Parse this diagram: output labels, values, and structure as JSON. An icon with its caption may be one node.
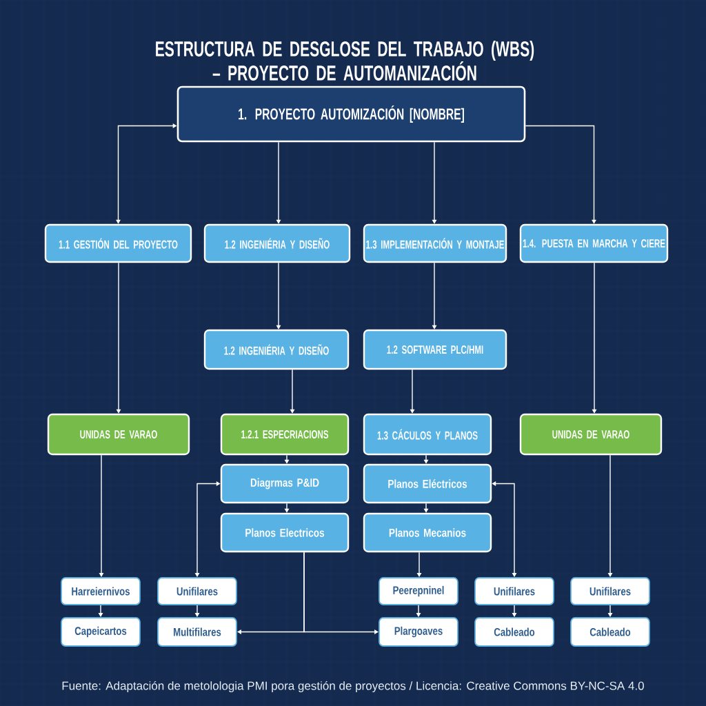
{
  "diagram": {
    "title": "ESTRUCTURA DE DESGLOSE DEL TRABAJO (WBS) – PROYECTO DE AUTOMANIZACIÓN",
    "caption": "Fuente: Adaptación de metolologia PMI pora gestión de proyectos / Licencia: Creative Commons BY-NC-SA 4.0",
    "nodes": [
      {
        "text": [
          "1. PROYECTO AUTOMIZACIÓN [NOMBRE]"
        ]
      },
      {
        "text": [
          "1.1 GESTIÓN DEL PROYECTO"
        ]
      },
      {
        "text": [
          "1.2 INGENIÉRIA Y DISEÑO"
        ]
      },
      {
        "text": [
          "1.3 IMPLEMENTACIÓN Y MONTAJE"
        ]
      },
      {
        "text": [
          "1.4. PUESTA EN MARCHA Y CIERE"
        ]
      },
      {
        "text": [
          "1.2 INGENIÉRIA Y DISEÑO"
        ]
      },
      {
        "text": [
          "1.2 SOFTWARE PLC/HMI"
        ]
      },
      {
        "text": [
          "UNIDAS DE VARAO"
        ]
      },
      {
        "text": [
          "1.2.1 ESPECRIACIONS"
        ]
      },
      {
        "text": [
          "1.3 CÁCULOS Y PLANOS"
        ]
      },
      {
        "text": [
          "UNIDAS DE VARAO"
        ]
      },
      {
        "text": [
          "Diagrmas P&ID"
        ]
      },
      {
        "text": [
          "Planos Electricos"
        ]
      },
      {
        "text": [
          "Planos Eléctricos"
        ]
      },
      {
        "text": [
          "Planos Mecanios"
        ]
      },
      {
        "text": [
          "Harreiernivos"
        ]
      },
      {
        "text": [
          "Capeicartos"
        ]
      },
      {
        "text": [
          "Unifilares"
        ]
      },
      {
        "text": [
          "Multifilares"
        ]
      },
      {
        "text": [
          "Peerepninel"
        ]
      },
      {
        "text": [
          "Plargoaves"
        ]
      },
      {
        "text": [
          "Unifilares"
        ]
      },
      {
        "text": [
          "Cableado"
        ]
      },
      {
        "text": [
          "Unifilares"
        ]
      },
      {
        "text": [
          "Cableado"
        ]
      }
    ],
    "edges": [
      {
        "from": 0,
        "to": 1,
        "arrow": "both"
      },
      {
        "from": 0,
        "to": 2,
        "arrow": "to"
      },
      {
        "from": 0,
        "to": 3,
        "arrow": "to"
      },
      {
        "from": 0,
        "to": 4,
        "arrow": "to"
      },
      {
        "from": 1,
        "to": 7,
        "arrow": "to"
      },
      {
        "from": 2,
        "to": 5,
        "arrow": "to"
      },
      {
        "from": 3,
        "to": 6,
        "arrow": "to"
      },
      {
        "from": 4,
        "to": 10,
        "arrow": "to"
      },
      {
        "from": 5,
        "to": 8,
        "arrow": "to"
      },
      {
        "from": 6,
        "to": 9,
        "arrow": "to"
      },
      {
        "from": 7,
        "to": 15,
        "arrow": "to"
      },
      {
        "from": 8,
        "to": 11,
        "arrow": "to"
      },
      {
        "from": 9,
        "to": 13,
        "arrow": "to"
      },
      {
        "from": 10,
        "to": 23,
        "arrow": "to"
      },
      {
        "from": 11,
        "to": 12,
        "arrow": "to"
      },
      {
        "from": 13,
        "to": 14,
        "arrow": "to"
      },
      {
        "from": 15,
        "to": 16,
        "arrow": "to"
      },
      {
        "from": 17,
        "to": 11,
        "arrow": "both"
      },
      {
        "from": 17,
        "to": 18,
        "arrow": "to"
      },
      {
        "from": 12,
        "to": 18,
        "arrow": "to"
      },
      {
        "from": 12,
        "to": 20,
        "arrow": "to"
      },
      {
        "from": 14,
        "to": 19,
        "arrow": "to"
      },
      {
        "from": 19,
        "to": 20,
        "arrow": "to"
      },
      {
        "from": 21,
        "to": 13,
        "arrow": "both"
      },
      {
        "from": 21,
        "to": 22,
        "arrow": "to"
      },
      {
        "from": 23,
        "to": 24,
        "arrow": "to"
      }
    ]
  }
}
